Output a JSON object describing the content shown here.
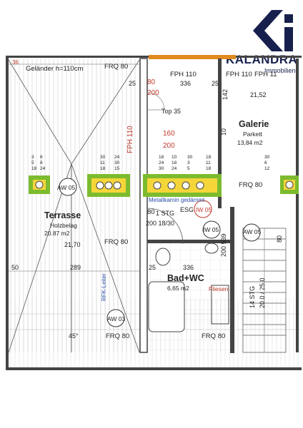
{
  "logo": {
    "brand": "KALANDRA",
    "sub": "Immobilien"
  },
  "corner_mark": "36",
  "labels": {
    "gelaender": "Geländer h=110cm",
    "frq80_top": "FRQ 80",
    "fph110_top": "FPH 110",
    "fph110_right_a": "FPH 110",
    "fph110_right_b": "FPH 11",
    "fph110_vertical": "FPH 110",
    "top35": "Top 35",
    "frq80_mid_right": "FRQ 80",
    "frq80_terrace": "FRQ 80",
    "frq80_bottom": "FRQ 80",
    "frq80_bottom_right": "FRQ 80",
    "aw05_left": "AW 05",
    "aw05_mid": "AW 05",
    "aw03": "AW 03",
    "iw05_a": "IW 05",
    "iw05_b": "IW 05",
    "esg": "ESG",
    "stg_a": "1 STG",
    "stg_b": "14 STG",
    "stg_c": "20.0 / 25.0",
    "metallkamin": "Metallkamin gedämmt",
    "rfk_leiter": "RFK-Leiter",
    "fliesen": "Fliesen",
    "parkett": "Parkett",
    "holzbelag": "Holzbelag",
    "angle45": "45°"
  },
  "rooms": [
    {
      "name": "Terrasse",
      "floor": "Holzbelag",
      "area": "20.87 m2"
    },
    {
      "name": "Galerie",
      "floor": "Parkett",
      "area": "13,84 m2"
    },
    {
      "name": "Bad+WC",
      "floor": "",
      "area": "6,65 m2"
    }
  ],
  "dimensions": {
    "d25_a": "25",
    "d336_a": "336",
    "d25_b": "25",
    "d142": "142",
    "d2152": "21,52",
    "d10": "10",
    "d80_top": "80",
    "d200_top": "200",
    "d160": "160",
    "d200_mid": "200",
    "d80_mid": "80",
    "d200_18_30": "200 18/30",
    "d2170": "21,70",
    "d50": "50",
    "d289": "289",
    "d25_c": "25",
    "d336_b": "336",
    "d200_539": "200 539",
    "d80_right": "80"
  },
  "stair_ticks": [
    "3",
    "5",
    "18",
    "6",
    "8",
    "24",
    "30",
    "11",
    "18",
    "24",
    "30",
    "15",
    "18",
    "24",
    "30",
    "10",
    "18",
    "24",
    "30",
    "3",
    "5",
    "18",
    "11",
    "18",
    "30",
    "6",
    "12"
  ]
}
